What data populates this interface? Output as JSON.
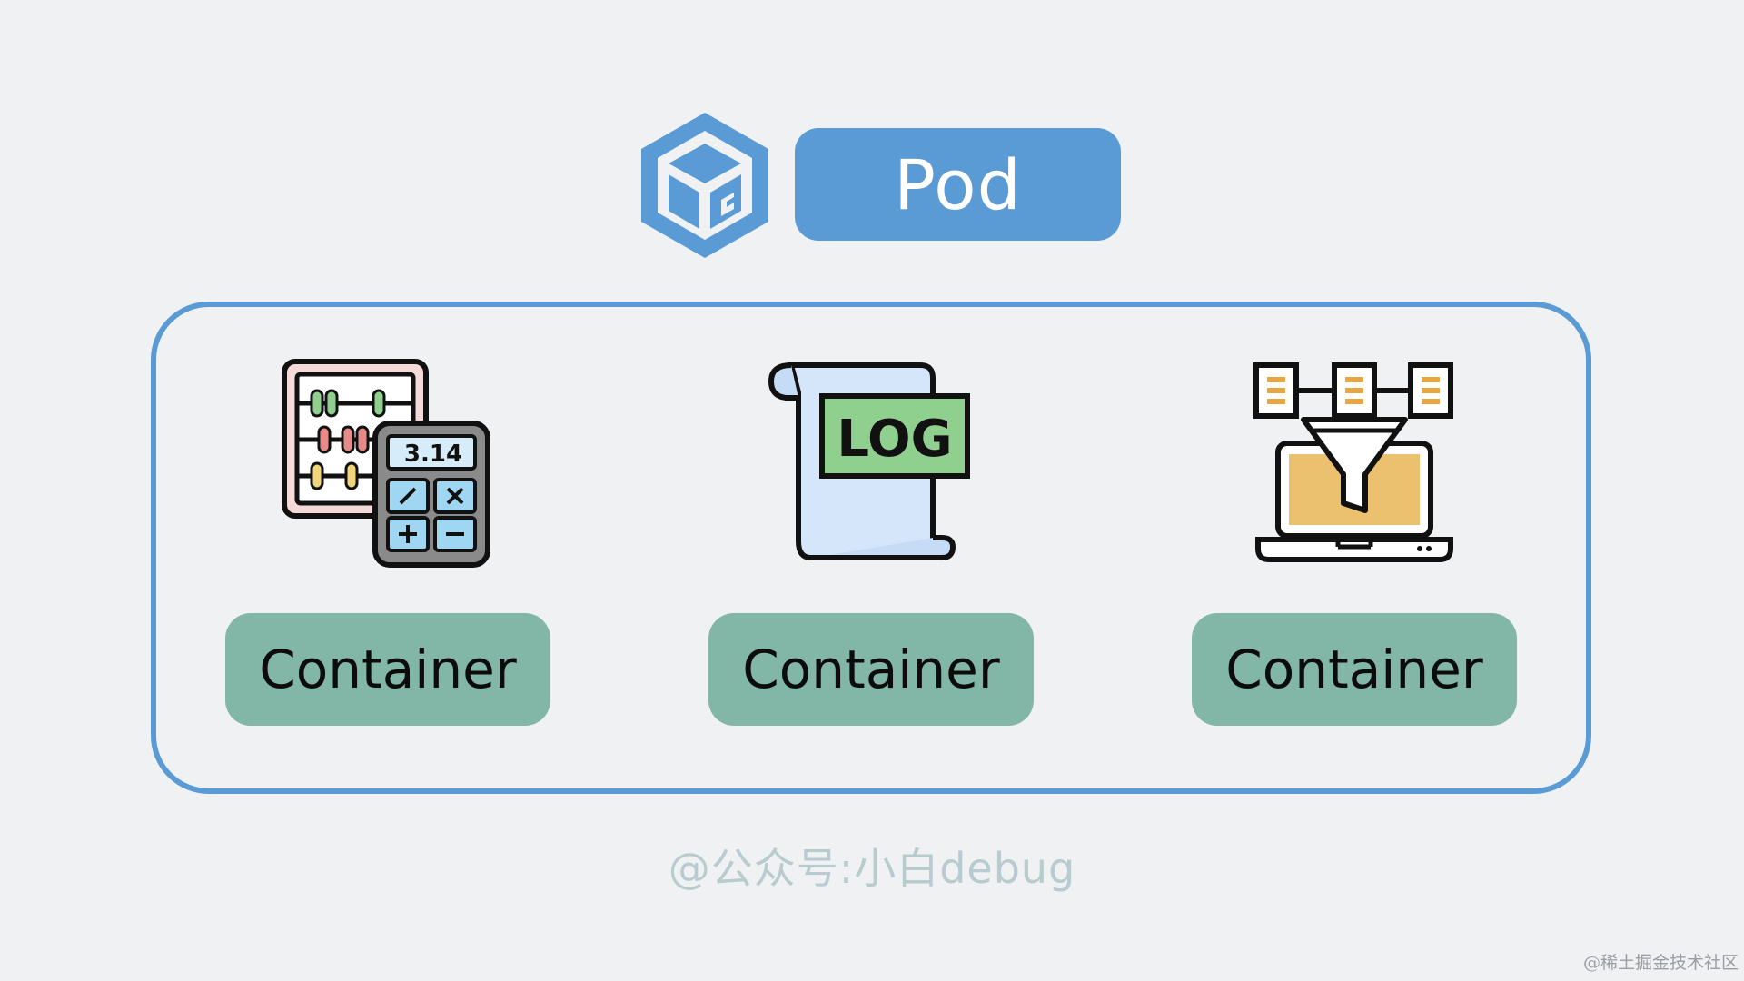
{
  "pod": {
    "label": "Pod",
    "icon": "kubernetes-cube-icon",
    "color": "#5b9bd5"
  },
  "containers": [
    {
      "label": "Container",
      "icon": "abacus-calculator-icon",
      "calc_display": "3.14"
    },
    {
      "label": "Container",
      "icon": "log-document-icon",
      "doc_label": "LOG"
    },
    {
      "label": "Container",
      "icon": "data-filter-laptop-icon"
    }
  ],
  "colors": {
    "background": "#eff1f3",
    "pod_border": "#5b9bd5",
    "container_fill": "#82b6a6",
    "watermark": "#b8ccd0"
  },
  "watermark": "@公众号:小白debug",
  "site_credit": "@稀土掘金技术社区"
}
